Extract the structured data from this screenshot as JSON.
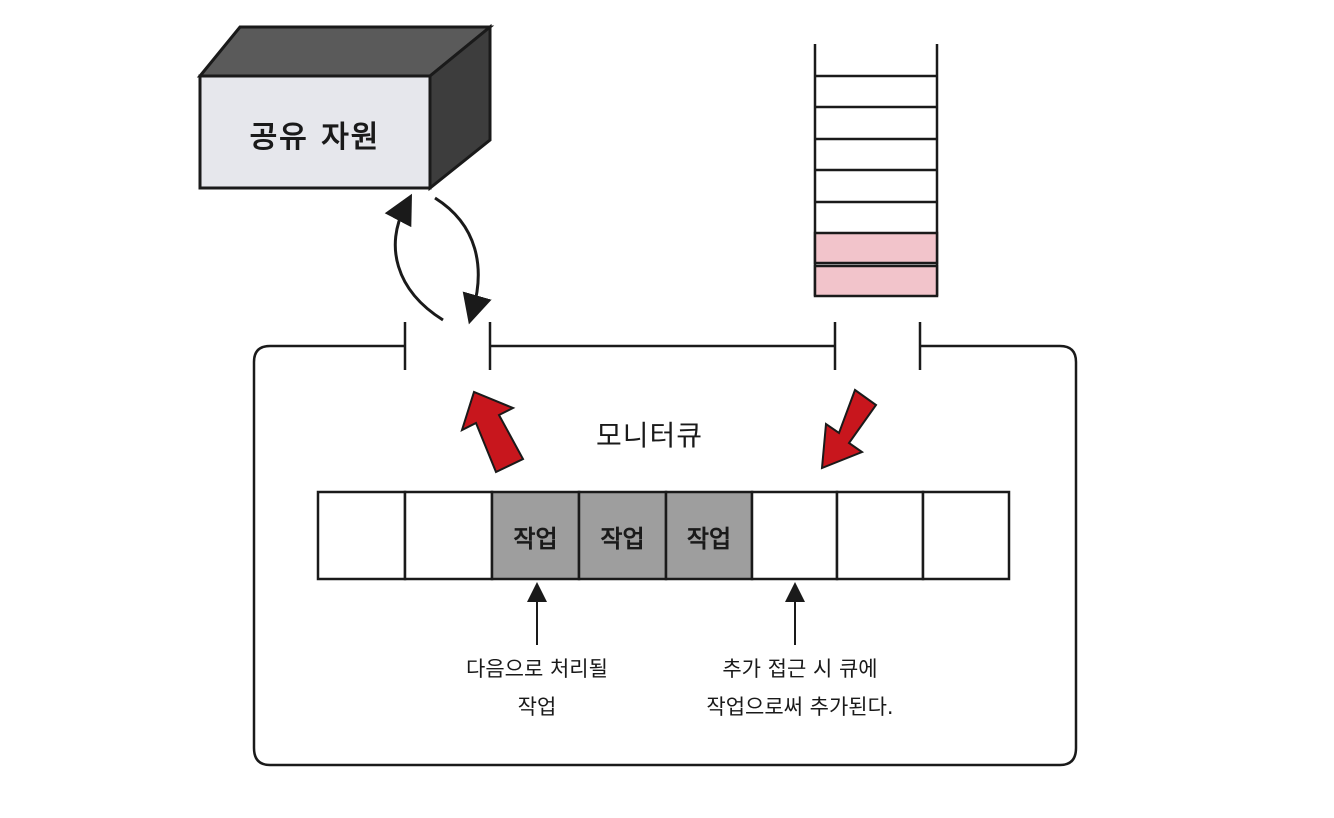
{
  "shared_resource": {
    "label": "공유 자원"
  },
  "monitor": {
    "title": "모니터큐"
  },
  "queue": {
    "slots": [
      "",
      "",
      "작업",
      "작업",
      "작업",
      "",
      "",
      ""
    ]
  },
  "notes": {
    "next_line1": "다음으로 처리될",
    "next_line2": "작업",
    "add_line1": "추가 접근 시 큐에",
    "add_line2": "작업으로써 추가된다."
  },
  "colors": {
    "box_front": "#e6e7ec",
    "box_top": "#5a5a5a",
    "box_side": "#3d3d3d",
    "job_fill": "#9e9e9e",
    "stack_highlight": "#f2c4cb",
    "arrow_red": "#c8161d"
  }
}
